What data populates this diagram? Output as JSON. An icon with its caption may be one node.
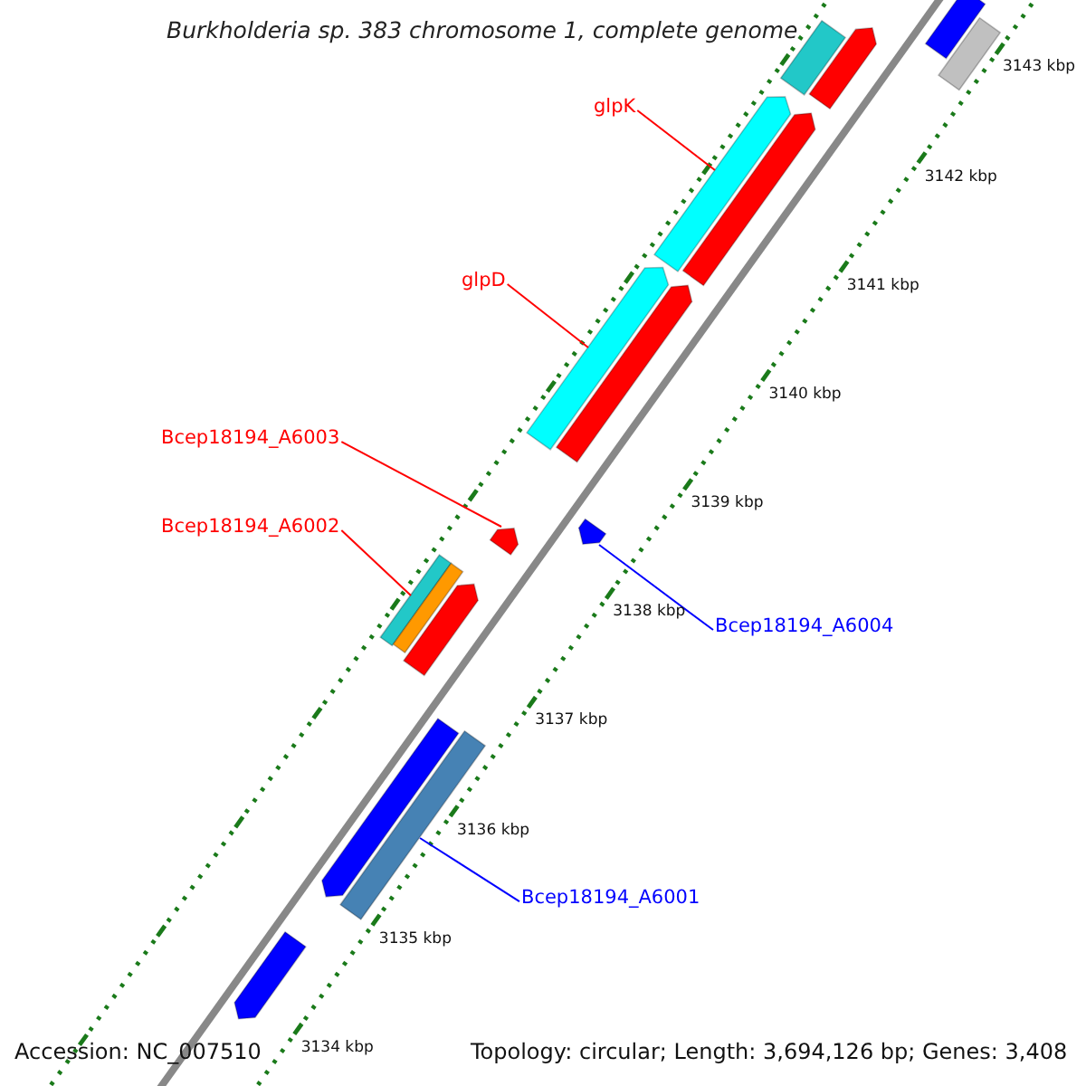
{
  "diagram": {
    "title": "Burkholderia sp. 383 chromosome 1, complete genome",
    "nodes": [
      {
        "text": [
          "glpK"
        ]
      },
      {
        "text": [],
        "shape": "arrow"
      },
      {
        "text": [
          "glpD"
        ]
      },
      {
        "text": [],
        "shape": "arrow"
      },
      {
        "text": [
          "Bcep18194_A6003"
        ]
      },
      {
        "text": [],
        "shape": "arrow"
      },
      {
        "text": [
          "Bcep18194_A6002"
        ]
      },
      {
        "text": [],
        "shape": "arrow"
      },
      {
        "text": [
          "Bcep18194_A6004"
        ]
      },
      {
        "text": [],
        "shape": "arrow"
      },
      {
        "text": [
          "Bcep18194_A6001"
        ]
      },
      {
        "text": [],
        "shape": "arrow"
      },
      {
        "text": [],
        "shape": "bar"
      },
      {
        "text": [],
        "shape": "bar"
      },
      {
        "text": [],
        "shape": "arrow"
      },
      {
        "text": [],
        "shape": "arrow"
      },
      {
        "text": [],
        "shape": "arrow"
      },
      {
        "text": [],
        "shape": "arrow"
      },
      {
        "text": [],
        "shape": "bar"
      },
      {
        "text": [],
        "shape": "arrow"
      },
      {
        "text": [],
        "shape": "arrow"
      },
      {
        "text": [],
        "shape": "arrow"
      }
    ],
    "edges": [
      {
        "from": 0,
        "to": 1,
        "arrow": "none"
      },
      {
        "from": 2,
        "to": 3,
        "arrow": "none"
      },
      {
        "from": 4,
        "to": 5,
        "arrow": "none"
      },
      {
        "from": 6,
        "to": 7,
        "arrow": "none"
      },
      {
        "from": 8,
        "to": 9,
        "arrow": "none",
        "color": "#0000ff"
      },
      {
        "from": 10,
        "to": 11,
        "arrow": "none",
        "color": "#0000ff"
      }
    ],
    "labels": [
      "3143 kbp",
      "3142 kbp",
      "3141 kbp",
      "3140 kbp",
      "3139 kbp",
      "3138 kbp",
      "3137 kbp",
      "3136 kbp",
      "3135 kbp",
      "3134 kbp",
      "Accession: NC_007510",
      "Topology: circular; Length: 3,694,126 bp; Genes: 3,408"
    ]
  }
}
